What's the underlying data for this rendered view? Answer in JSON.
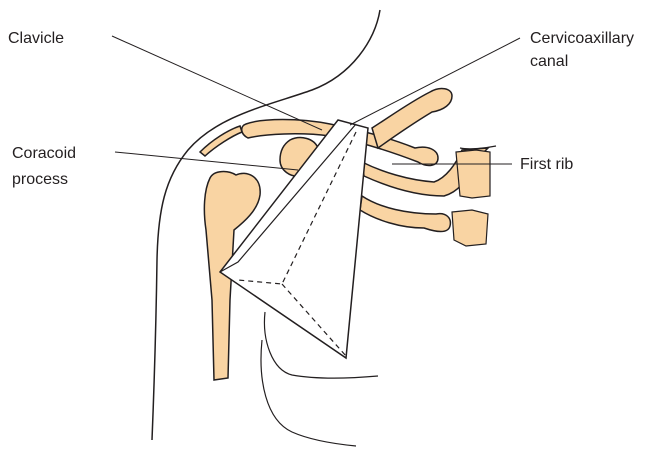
{
  "labels": {
    "clavicle": "Clavicle",
    "cervicoaxillary_line1": "Cervicoaxillary",
    "cervicoaxillary_line2": "canal",
    "coracoid_line1": "Coracoid",
    "coracoid_line2": "process",
    "first_rib": "First rib"
  },
  "colors": {
    "bone_fill": "#f9d4a3",
    "outline": "#231f20",
    "leader_line": "#231f20",
    "background": "#ffffff"
  }
}
